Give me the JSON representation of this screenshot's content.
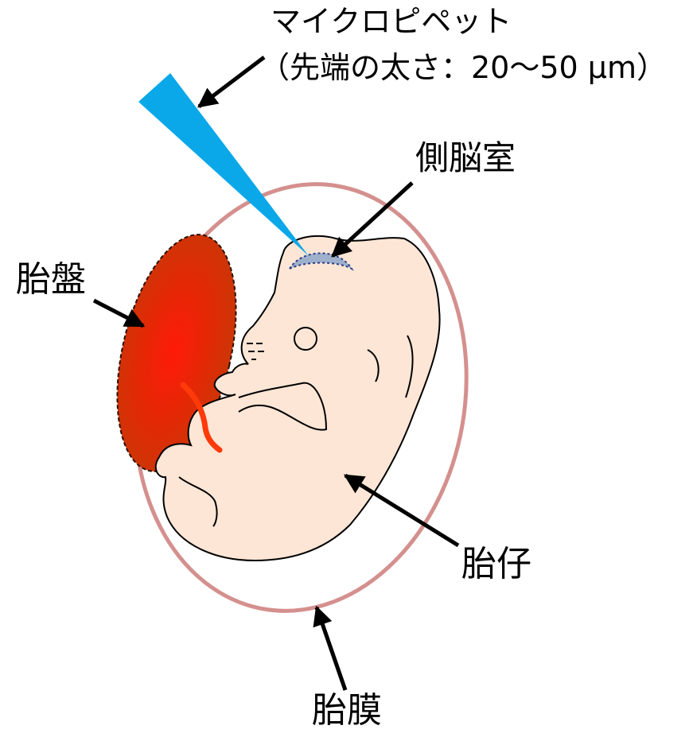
{
  "labels": {
    "pipette": "マイクロピペット",
    "pipette_note": "（先端の太さ：20〜50 μm）",
    "ventricle": "側脳室",
    "placenta": "胎盤",
    "fetus": "胎仔",
    "amnion": "胎膜"
  },
  "colors": {
    "pipette": "#0aa8e8",
    "amnion_outline": "#d4908e",
    "placenta_center": "#ff1a08",
    "placenta_edge": "#c43a06",
    "umbilical_cord": "#ff3a0a",
    "fetus_skin": "#fde6d6",
    "ventricle_fill": "#9fb0cc",
    "ventricle_outline": "#2a3f88",
    "arrow": "#000000"
  }
}
